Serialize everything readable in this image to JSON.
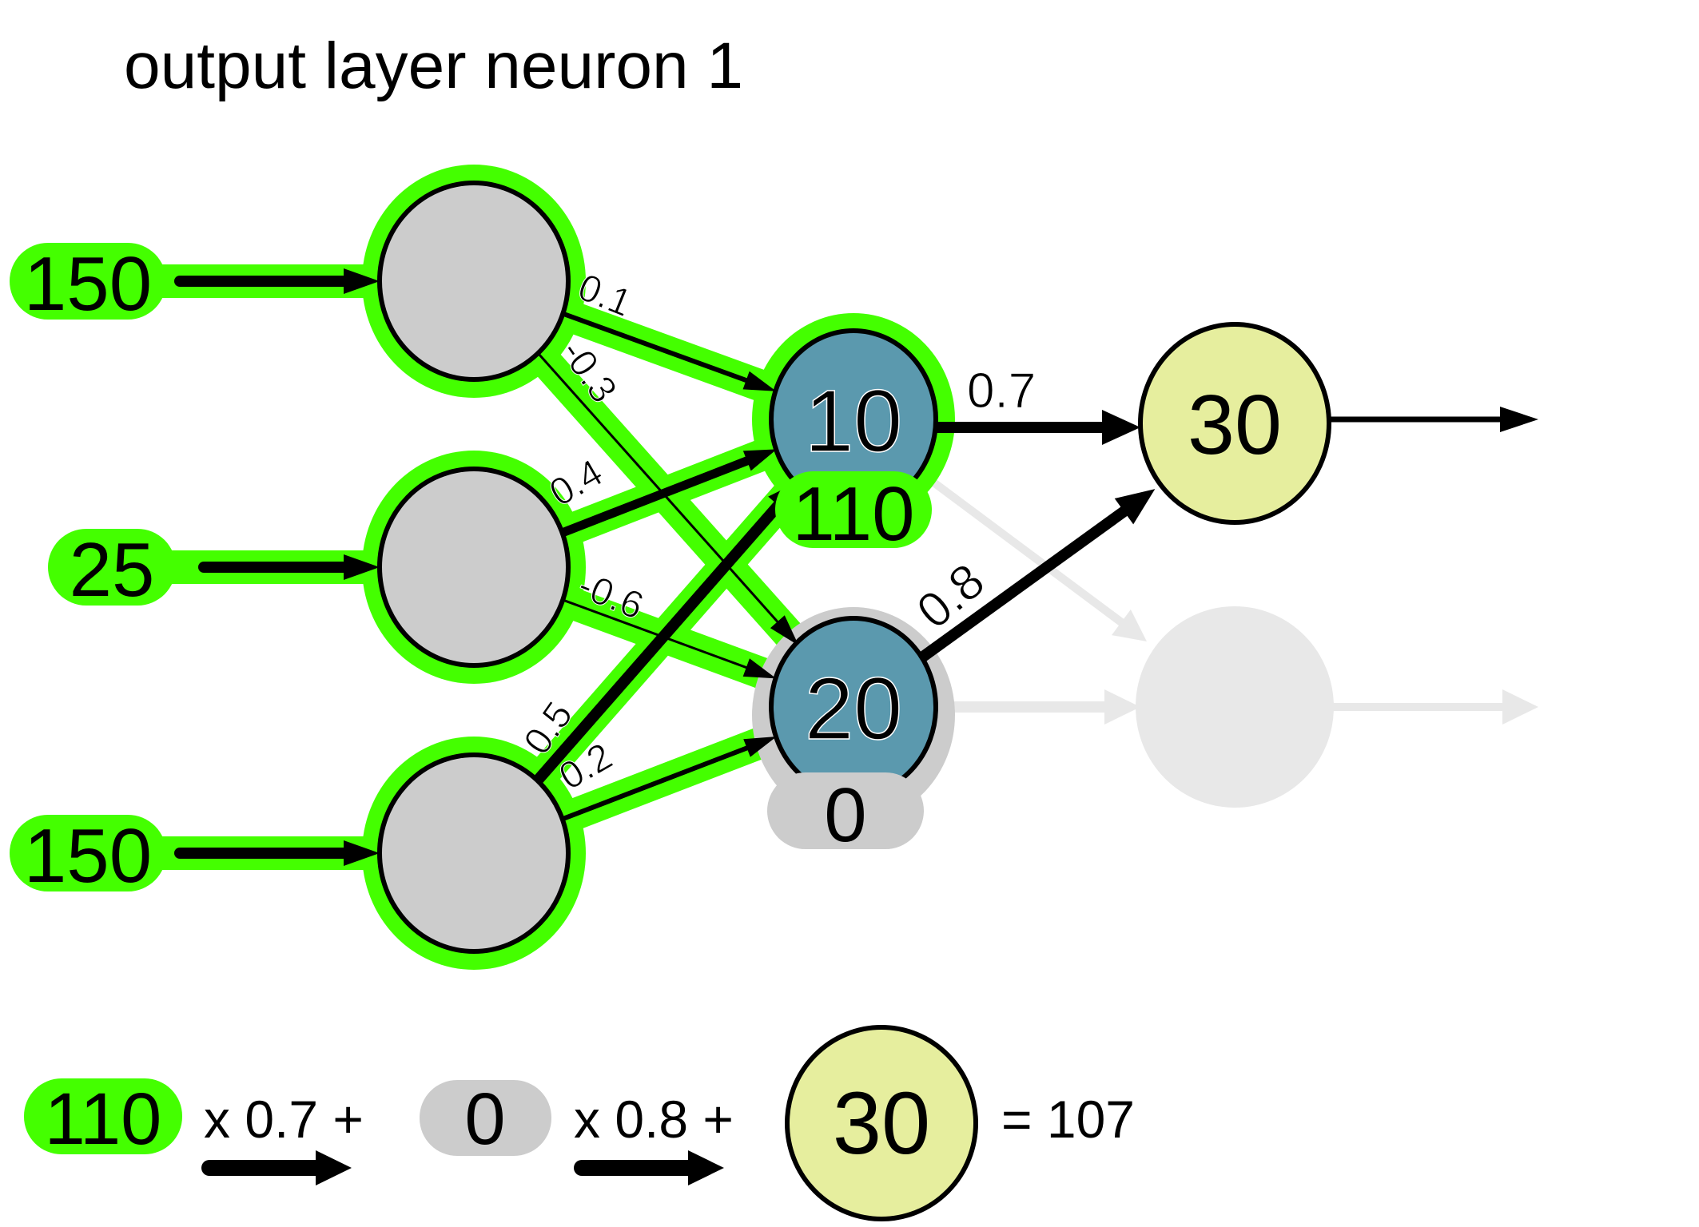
{
  "title": "output layer neuron 1",
  "colors": {
    "active_green": "#44ff00",
    "input_neuron": "#cccccc",
    "hidden_neuron": "#5b99ae",
    "output_neuron": "#e6ee9e",
    "inactive": "#e8e8e8",
    "inactive_halo": "#cccccc",
    "stroke": "#000000"
  },
  "inputs": [
    {
      "value": "150",
      "active": true
    },
    {
      "value": "25",
      "active": true
    },
    {
      "value": "150",
      "active": true
    }
  ],
  "input_to_hidden_weights": [
    {
      "from": 0,
      "to": 0,
      "label": "0.1"
    },
    {
      "from": 0,
      "to": 1,
      "label": "-0.3"
    },
    {
      "from": 1,
      "to": 0,
      "label": "0.4"
    },
    {
      "from": 1,
      "to": 1,
      "label": "-0.6"
    },
    {
      "from": 2,
      "to": 0,
      "label": "0.5"
    },
    {
      "from": 2,
      "to": 1,
      "label": "0.2"
    }
  ],
  "hidden": [
    {
      "bias": "10",
      "activation": "110",
      "active": true
    },
    {
      "bias": "20",
      "activation": "0",
      "active": false
    }
  ],
  "hidden_to_output_weights": [
    {
      "from": 0,
      "to": 0,
      "label": "0.7"
    },
    {
      "from": 1,
      "to": 0,
      "label": "0.8"
    }
  ],
  "outputs": [
    {
      "bias": "30",
      "highlighted": true
    },
    {
      "bias": "",
      "highlighted": false
    }
  ],
  "equation": {
    "term1_value": "110",
    "term1_op": "x 0.7 +",
    "term2_value": "0",
    "term2_op": "x 0.8 +",
    "bias_value": "30",
    "result": "= 107"
  }
}
